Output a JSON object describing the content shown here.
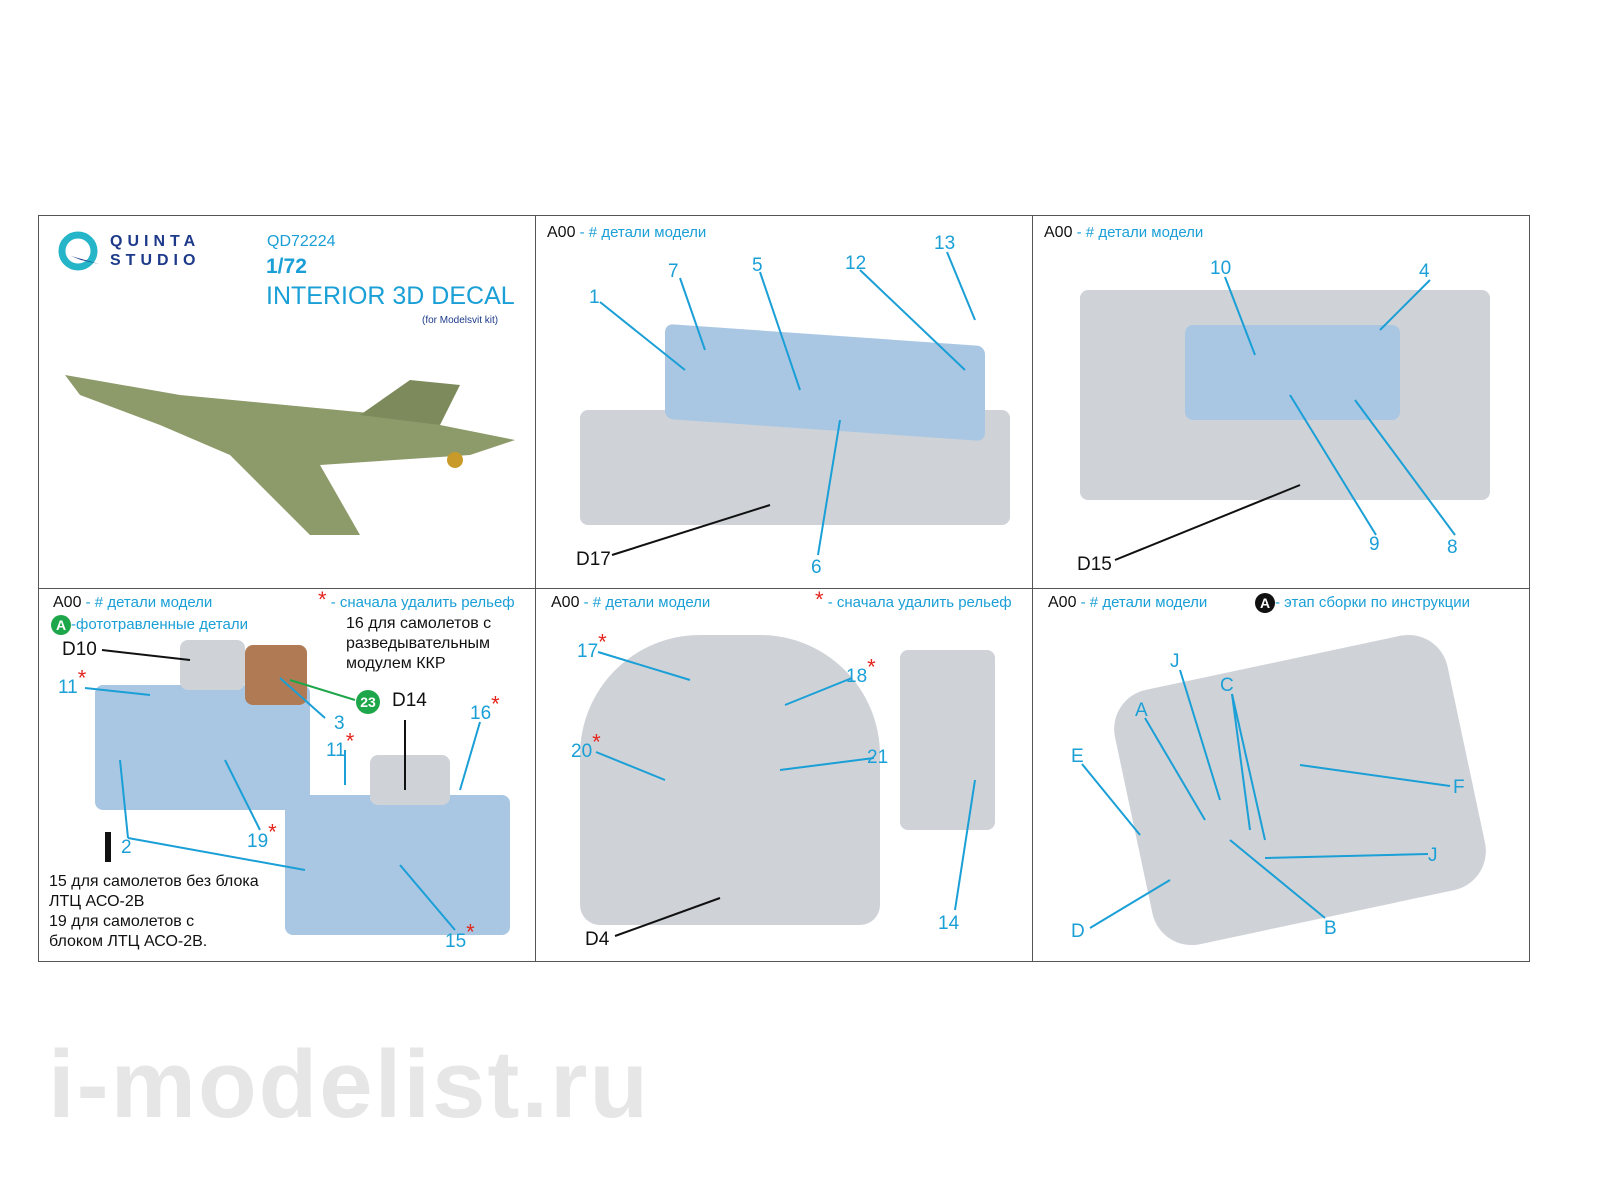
{
  "header": {
    "brand_line1": "QUINTA",
    "brand_line2": "STUDIO",
    "code": "QD72224",
    "scale": "1/72",
    "title": "INTERIOR 3D DECAL",
    "subtitle": "(for Modelsvit kit)"
  },
  "legend": {
    "a00": "A00",
    "model_parts": "- # детали модели",
    "remove_relief": "- сначала удалить рельеф",
    "pe_letter": "A",
    "pe_parts": "-фототравленные детали",
    "step_letter": "A",
    "step": "- этап сборки по инструкции",
    "star": "*"
  },
  "panel2": {
    "labels": [
      "1",
      "7",
      "5",
      "12",
      "13",
      "6",
      "D17"
    ]
  },
  "panel3": {
    "labels": [
      "10",
      "4",
      "9",
      "8",
      "D15"
    ]
  },
  "panel4": {
    "labels": [
      "D10",
      "11",
      "3",
      "23",
      "D14",
      "16",
      "11",
      "19",
      "2",
      "15"
    ],
    "note_top": [
      "16 для самолетов с",
      "разведывательным",
      "модулем ККР"
    ],
    "note_bottom": [
      "15 для самолетов без блока",
      "ЛТЦ  АСО-2В",
      "19 для самолетов с",
      "блоком ЛТЦ АСО-2В."
    ]
  },
  "panel5": {
    "labels": [
      "17",
      "18",
      "20",
      "21",
      "D4",
      "14"
    ]
  },
  "panel6": {
    "labels": [
      "J",
      "C",
      "A",
      "E",
      "F",
      "J",
      "B",
      "D"
    ]
  },
  "watermark": "i-modelist.ru",
  "colors": {
    "accent": "#1a9fd6",
    "star": "#e5251d",
    "brand": "#1d3a8a",
    "green": "#1ea64a"
  }
}
